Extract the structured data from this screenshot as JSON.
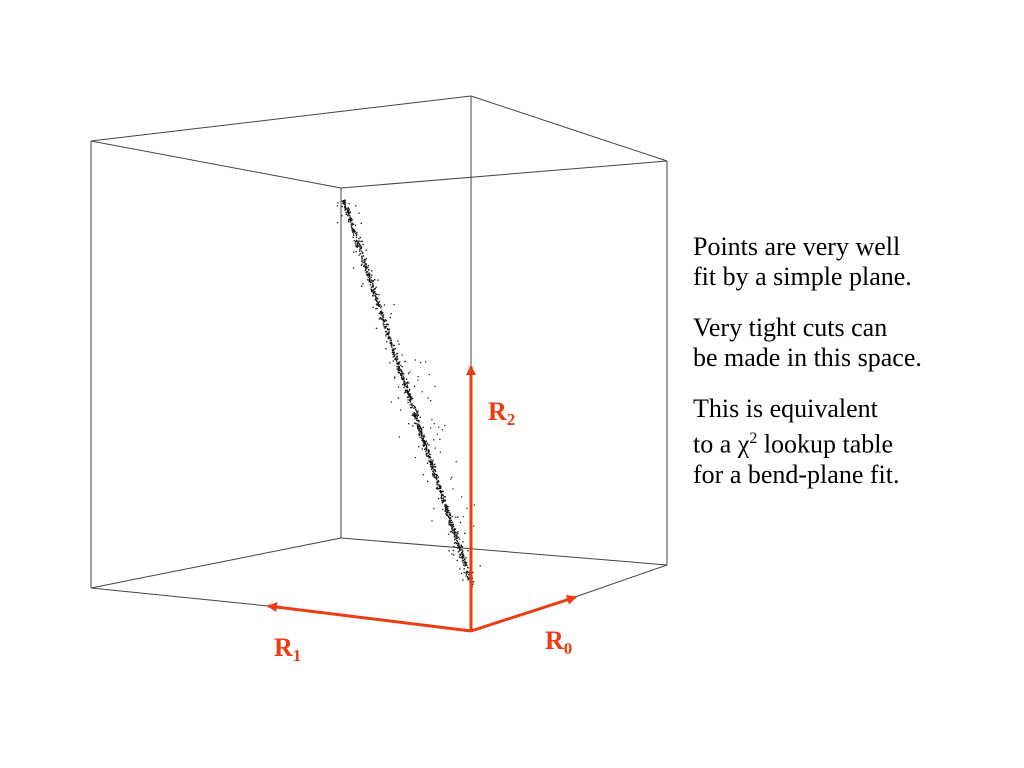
{
  "colors": {
    "axis_arrow": "#ee3c12",
    "box_edge": "#444444",
    "points": "#111111",
    "text": "#000000"
  },
  "axes": {
    "r0": {
      "base": "R",
      "sub": "0"
    },
    "r1": {
      "base": "R",
      "sub": "1"
    },
    "r2": {
      "base": "R",
      "sub": "2"
    }
  },
  "notes": {
    "p1": {
      "line1": "Points are very well",
      "line2": "fit by a simple plane."
    },
    "p2": {
      "line1": "Very tight cuts can",
      "line2": "be made in this space."
    },
    "p3": {
      "line1": "This is equivalent",
      "line2_pre": "to a ",
      "chi": "χ",
      "sup": "2",
      "line2_post": " lookup table",
      "line3": "for a bend-plane fit."
    }
  }
}
